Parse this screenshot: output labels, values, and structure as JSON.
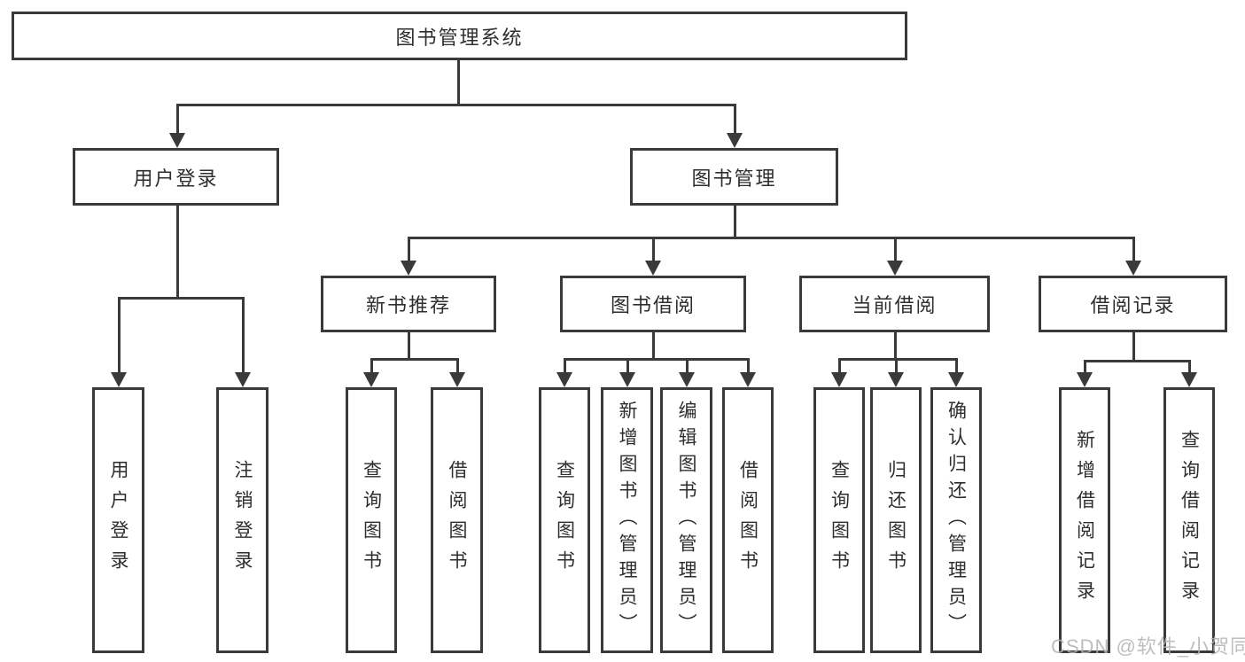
{
  "tree": {
    "label": "图书管理系统",
    "children": [
      {
        "label": "用户登录",
        "children": [
          {
            "label": "用户登录"
          },
          {
            "label": "注销登录"
          }
        ]
      },
      {
        "label": "图书管理",
        "children": [
          {
            "label": "新书推荐",
            "children": [
              {
                "label": "查询图书"
              },
              {
                "label": "借阅图书"
              }
            ]
          },
          {
            "label": "图书借阅",
            "children": [
              {
                "label": "查询图书"
              },
              {
                "label": "新增图书（管理员）"
              },
              {
                "label": "编辑图书（管理员）"
              },
              {
                "label": "借阅图书"
              }
            ]
          },
          {
            "label": "当前借阅",
            "children": [
              {
                "label": "查询图书"
              },
              {
                "label": "归还图书"
              },
              {
                "label": "确认归还（管理员）"
              }
            ]
          },
          {
            "label": "借阅记录",
            "children": [
              {
                "label": "新增借阅记录"
              },
              {
                "label": "查询借阅记录"
              }
            ]
          }
        ]
      }
    ]
  },
  "watermark": {
    "text": "CSDN @软件_小贺同学"
  },
  "colors": {
    "line": "#3a3a3a",
    "text": "#2e2e2e",
    "watermark": "#b3b3b3",
    "background": "#ffffff"
  }
}
